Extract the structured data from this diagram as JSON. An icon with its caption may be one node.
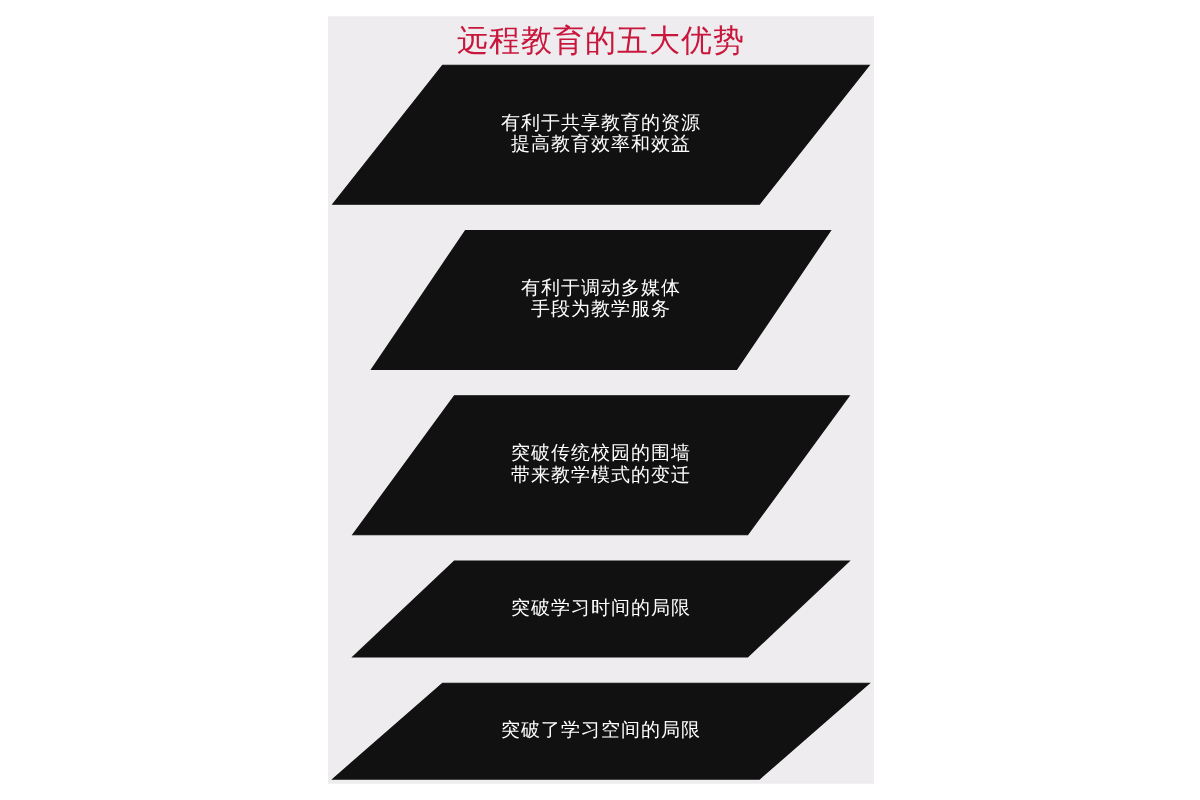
{
  "diagram": {
    "title": "远程教育的五大优势",
    "nodes": [
      {
        "text": [
          "突破了学习空间的局限"
        ]
      },
      {
        "text": [
          "突破学习时间的局限"
        ]
      },
      {
        "text": [
          "突破传统校园的围墙带来教学模式的变迁"
        ]
      },
      {
        "text": [
          "有利于调动多媒体手段为教学服务"
        ]
      },
      {
        "text": [
          "有利于共享教育的资源提高教育效率和效益"
        ]
      }
    ],
    "edges": []
  }
}
